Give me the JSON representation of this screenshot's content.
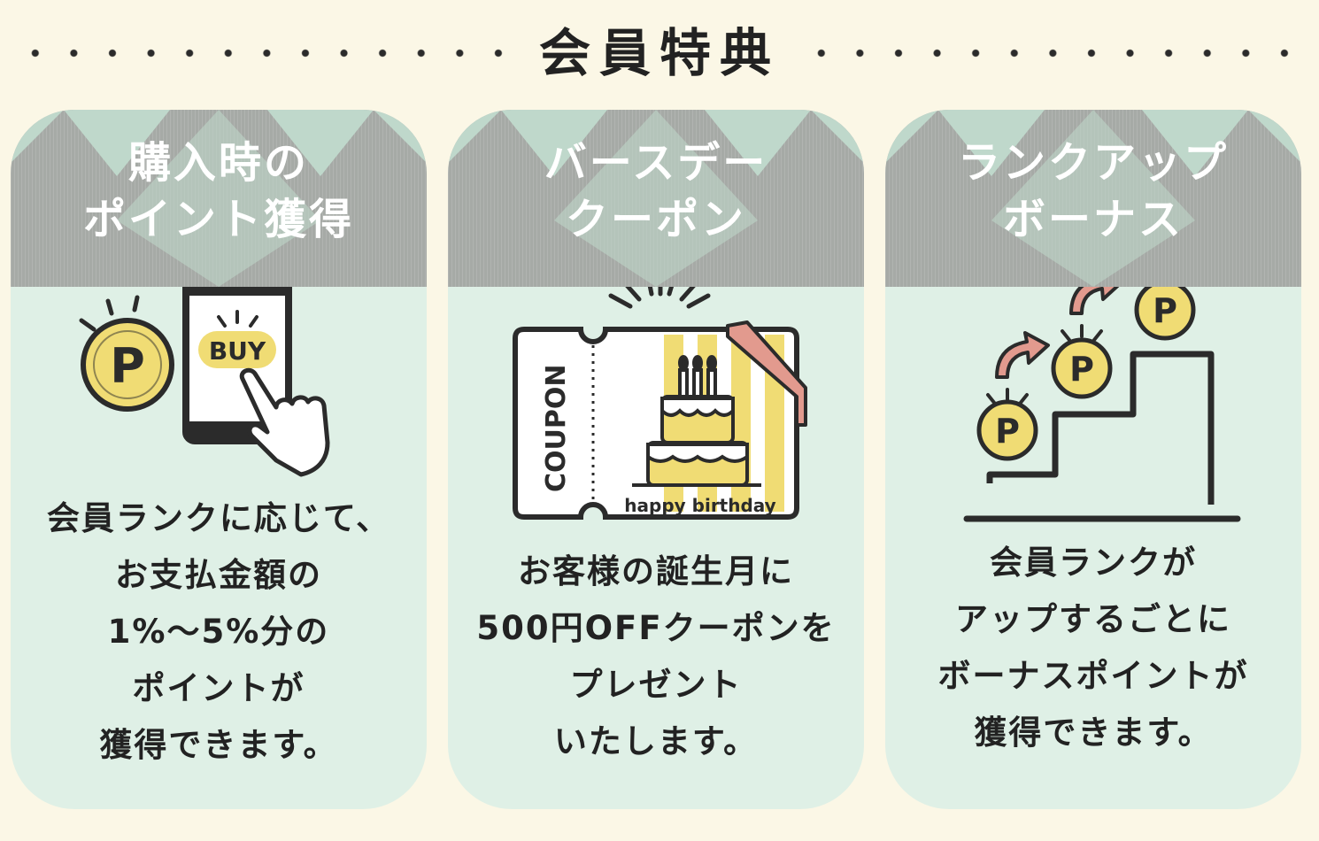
{
  "heading": {
    "title": "会員特典"
  },
  "cards": [
    {
      "title": "購入時の\nポイント獲得",
      "body": "会員ランクに応じて、\nお支払金額の\n1%～5%分の\nポイントが\n獲得できます。",
      "illustration": {
        "button_label": "BUY",
        "coin_letter": "P"
      }
    },
    {
      "title": "バースデー\nクーポン",
      "body": "お客様の誕生月に\n500円OFFクーポンを\nプレゼント\nいたします。",
      "illustration": {
        "coupon_label": "COUPON",
        "caption": "happy birthday"
      }
    },
    {
      "title": "ランクアップ\nボーナス",
      "body": "会員ランクが\nアップするごとに\nボーナスポイントが\n獲得できます。",
      "illustration": {
        "coin_letter": "P"
      }
    }
  ],
  "colors": {
    "background": "#fbf7e6",
    "card": "#dff0e6",
    "header": "#a6aaa6",
    "coin": "#f0dc74",
    "accent": "#e29a8e"
  }
}
